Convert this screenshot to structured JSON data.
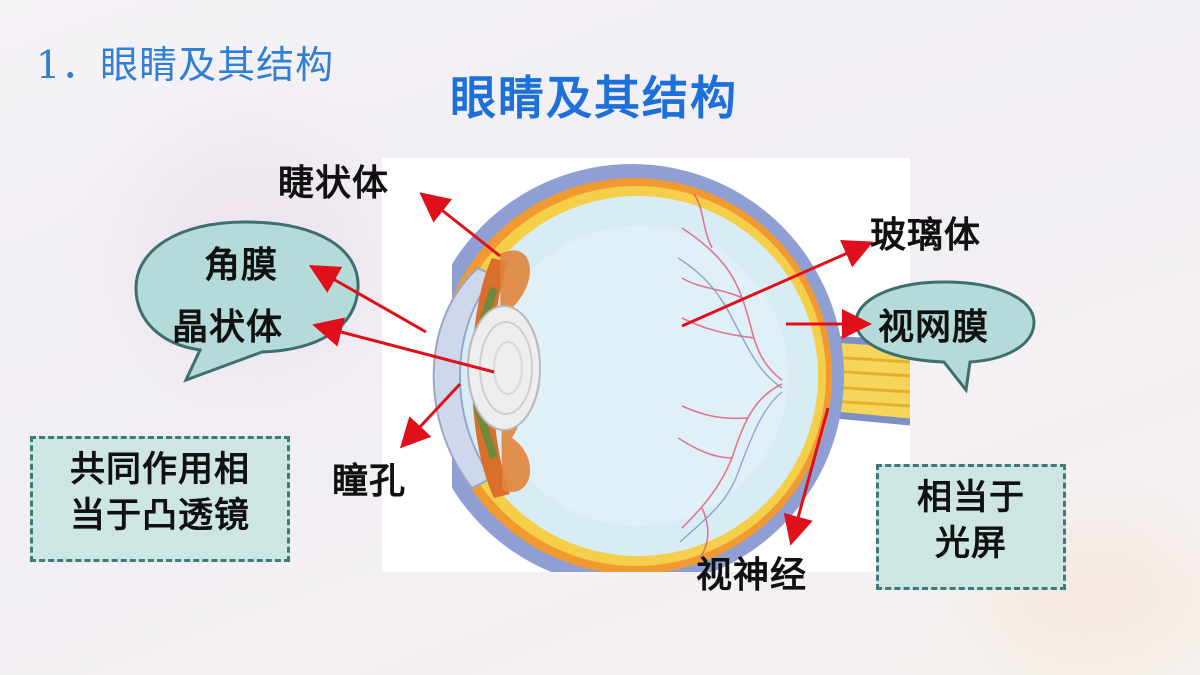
{
  "header": {
    "section_heading": "1．眼睛及其结构",
    "main_title": "眼睛及其结构"
  },
  "labels": {
    "ciliary_body": "睫状体",
    "cornea": "角膜",
    "lens": "晶状体",
    "pupil": "瞳孔",
    "vitreous_body": "玻璃体",
    "retina": "视网膜",
    "optic_nerve": "视神经"
  },
  "notes": {
    "lens_group_line1": "共同作用相",
    "lens_group_line2": "当于凸透镜",
    "retina_role_line1": "相当于",
    "retina_role_line2": "光屏"
  },
  "colors": {
    "title_blue": "#1d6fd9",
    "heading_blue": "#2f7fd6",
    "arrow_red": "#e0101a",
    "bubble_fill": "#b4dbd9",
    "bubble_stroke": "#3d6f6e",
    "box_fill": "#cde6e4"
  }
}
